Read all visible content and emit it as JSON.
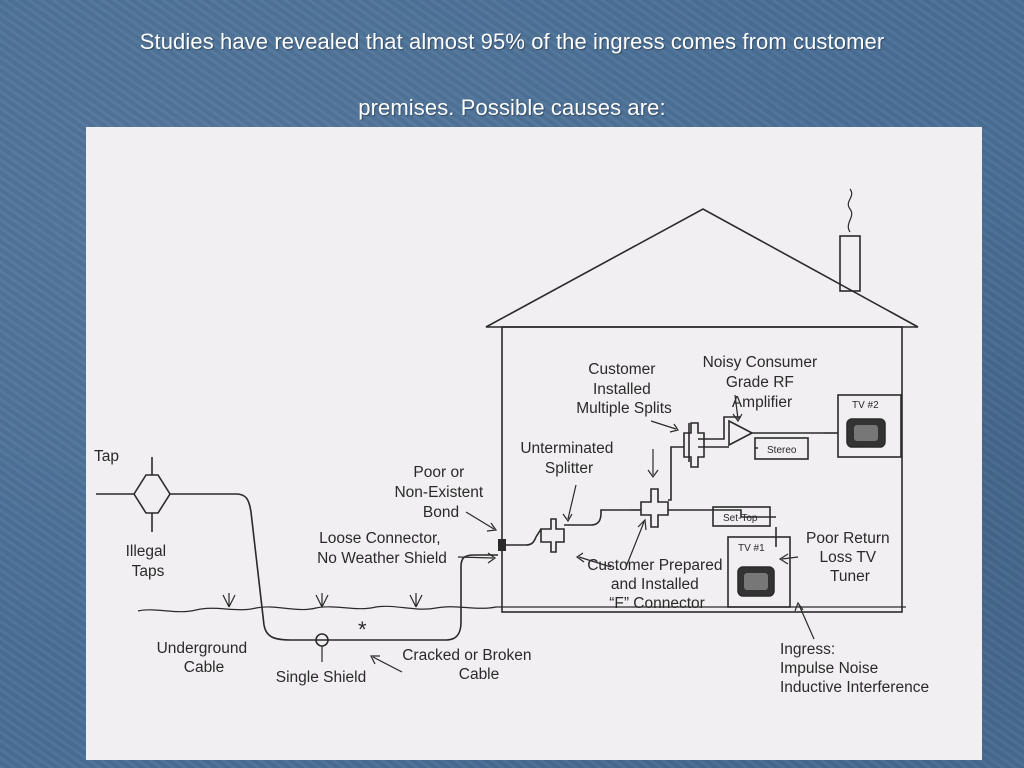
{
  "slide": {
    "title_line_1": "Studies have revealed that  almost 95% of the ingress comes from customer",
    "title_line_2": "premises. Possible causes are:"
  },
  "diagram": {
    "labels": {
      "tap": "Tap",
      "illegal_taps": [
        "Illegal",
        "Taps"
      ],
      "underground_cable": [
        "Underground",
        "Cable"
      ],
      "single_shield": "Single Shield",
      "cracked_cable": [
        "Cracked or Broken",
        "Cable"
      ],
      "loose_connector": [
        "Loose Connector,",
        "No Weather Shield"
      ],
      "poor_bond": [
        "Poor or",
        "Non-Existent",
        "Bond"
      ],
      "unterminated_splitter": [
        "Unterminated",
        "Splitter"
      ],
      "customer_splits": [
        "Customer",
        "Installed",
        "Multiple Splits"
      ],
      "noisy_amplifier": [
        "Noisy Consumer",
        "Grade RF",
        "Amplifier"
      ],
      "customer_f_connector": [
        "Customer Prepared",
        "and Installed",
        "“F” Connector"
      ],
      "poor_return_loss": [
        "Poor Return",
        "Loss TV",
        "Tuner"
      ],
      "ingress": [
        "Ingress:",
        "Impulse Noise",
        "Inductive Interference"
      ]
    },
    "devices": {
      "tv2": "TV #2",
      "tv1": "TV #1",
      "stereo": "Stereo",
      "set_top": "Set-Top"
    },
    "marker": "*"
  }
}
